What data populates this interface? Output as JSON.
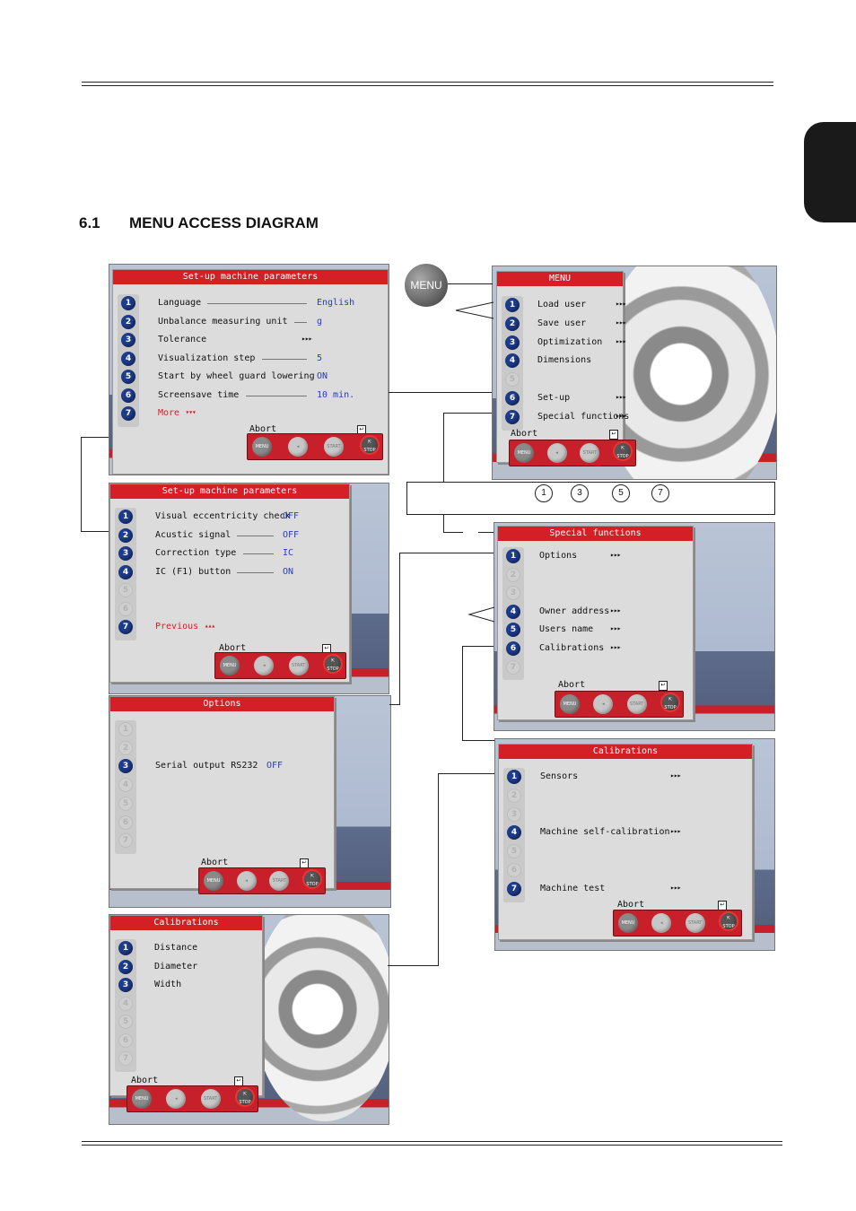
{
  "section": {
    "number": "6.1",
    "title": "MENU ACCESS DIAGRAM"
  },
  "menu_key": "MENU",
  "note_numbers": [
    "1",
    "3",
    "5",
    "7"
  ],
  "toolbar": {
    "menu": "MENU",
    "start": "START",
    "stop": "STOP"
  },
  "screens": {
    "setup1": {
      "title": "Set-up machine parameters",
      "items": [
        {
          "n": "1",
          "label": "Language",
          "value": "English"
        },
        {
          "n": "2",
          "label": "Unbalance measuring unit",
          "value": "g"
        },
        {
          "n": "3",
          "label": "Tolerance",
          "arrows": "▸▸▸"
        },
        {
          "n": "4",
          "label": "Visualization step",
          "value": "5"
        },
        {
          "n": "5",
          "label": "Start by wheel guard lowering",
          "value": "ON"
        },
        {
          "n": "6",
          "label": "Screensave time",
          "value": "10 min."
        },
        {
          "n": "7",
          "label": "More",
          "arrows": "▾▾▾"
        }
      ],
      "abort": "Abort"
    },
    "setup2": {
      "title": "Set-up machine parameters",
      "items": [
        {
          "n": "1",
          "label": "Visual eccentricity check",
          "value": "OFF"
        },
        {
          "n": "2",
          "label": "Acustic signal",
          "value": "OFF"
        },
        {
          "n": "3",
          "label": "Correction type",
          "value": "IC"
        },
        {
          "n": "4",
          "label": "IC (F1) button",
          "value": "ON"
        },
        {
          "n": "5"
        },
        {
          "n": "6"
        },
        {
          "n": "7",
          "label": "Previous",
          "arrows": "▴▴▴"
        }
      ],
      "abort": "Abort"
    },
    "options": {
      "title": "Options",
      "items": [
        {
          "n": "1"
        },
        {
          "n": "2"
        },
        {
          "n": "3",
          "label": "Serial output RS232",
          "value": "OFF"
        },
        {
          "n": "4"
        },
        {
          "n": "5"
        },
        {
          "n": "6"
        },
        {
          "n": "7"
        }
      ],
      "abort": "Abort"
    },
    "calib_small": {
      "title": "Calibrations",
      "items": [
        {
          "n": "1",
          "label": "Distance"
        },
        {
          "n": "2",
          "label": "Diameter"
        },
        {
          "n": "3",
          "label": "Width"
        },
        {
          "n": "4"
        },
        {
          "n": "5"
        },
        {
          "n": "6"
        },
        {
          "n": "7"
        }
      ],
      "abort": "Abort"
    },
    "menu": {
      "title": "MENU",
      "items": [
        {
          "n": "1",
          "label": "Load user",
          "arrows": "▸▸▸"
        },
        {
          "n": "2",
          "label": "Save user",
          "arrows": "▸▸▸"
        },
        {
          "n": "3",
          "label": "Optimization",
          "arrows": "▸▸▸"
        },
        {
          "n": "4",
          "label": "Dimensions"
        },
        {
          "n": "5"
        },
        {
          "n": "6",
          "label": "Set-up",
          "arrows": "▸▸▸"
        },
        {
          "n": "7",
          "label": "Special functions",
          "arrows": "▸▸▸"
        }
      ],
      "abort": "Abort"
    },
    "special": {
      "title": "Special functions",
      "items": [
        {
          "n": "1",
          "label": "Options",
          "arrows": "▸▸▸"
        },
        {
          "n": "2"
        },
        {
          "n": "3"
        },
        {
          "n": "4",
          "label": "Owner address",
          "arrows": "▸▸▸"
        },
        {
          "n": "5",
          "label": "Users name",
          "arrows": "▸▸▸"
        },
        {
          "n": "6",
          "label": "Calibrations",
          "arrows": "▸▸▸"
        },
        {
          "n": "7"
        }
      ],
      "abort": "Abort"
    },
    "calib_big": {
      "title": "Calibrations",
      "items": [
        {
          "n": "1",
          "label": "Sensors",
          "arrows": "▸▸▸"
        },
        {
          "n": "2"
        },
        {
          "n": "3"
        },
        {
          "n": "4",
          "label": "Machine self-calibration",
          "arrows": "▸▸▸"
        },
        {
          "n": "5"
        },
        {
          "n": "6"
        },
        {
          "n": "7",
          "label": "Machine test",
          "arrows": "▸▸▸"
        }
      ],
      "abort": "Abort"
    }
  }
}
